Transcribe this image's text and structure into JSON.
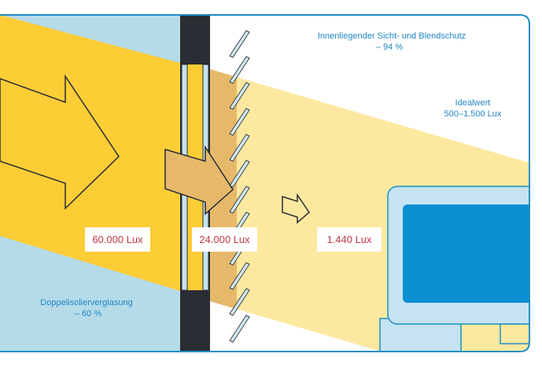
{
  "labels": {
    "blind": {
      "line1": "Innenliegender Sicht- und Blendschutz",
      "line2": "– 94 %"
    },
    "ideal": {
      "line1": "Idealwert",
      "line2": "500–1.500 Lux"
    },
    "glazing": {
      "line1": "Doppelisolierverglasung",
      "line2": "– 60 %"
    }
  },
  "lux_values": {
    "outside": "60.000 Lux",
    "after_glazing": "24.000 Lux",
    "after_blind": "1.440 Lux"
  },
  "colors": {
    "frame": "#1f8fc2",
    "sky": "#b5dbe9",
    "sun_beam": "#fdcd36",
    "glazed_beam": "#e6b96a",
    "room_beam": "#fde8a0",
    "wall": "#2a2d33",
    "screen": "#0a8fd2",
    "lux_text": "#c0394b"
  }
}
